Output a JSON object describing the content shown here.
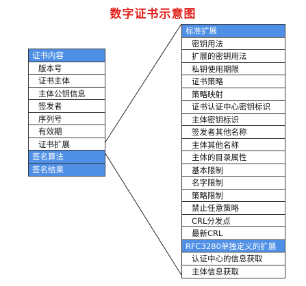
{
  "title": "数字证书示意图",
  "left_box": {
    "header": "证书内容",
    "items": [
      "版本号",
      "证书主体",
      "主体公钥信息",
      "签发者",
      "序列号",
      "有效期",
      "证书扩展"
    ],
    "footer": [
      "签名算法",
      "签名结果"
    ]
  },
  "right_box": {
    "header": "标准扩展",
    "items": [
      "密钥用法",
      "扩展的密钥用法",
      "私钥使用期限",
      "证书策略",
      "策略映射",
      "证书认证中心密钥标识",
      "主体密钥标识",
      "签发者其他名称",
      "主体其他名称",
      "主体的目录属性",
      "基本限制",
      "名字限制",
      "策略限制",
      "禁止任意策略",
      "CRL分发点",
      "最新CRL"
    ],
    "header2": "RFC3280单独定义的扩展",
    "items2": [
      "认证中心的信息获取",
      "主体信息获取"
    ]
  },
  "colors": {
    "title": "#e0201b",
    "header_fill": "#4f8fe5",
    "border": "#333333"
  }
}
